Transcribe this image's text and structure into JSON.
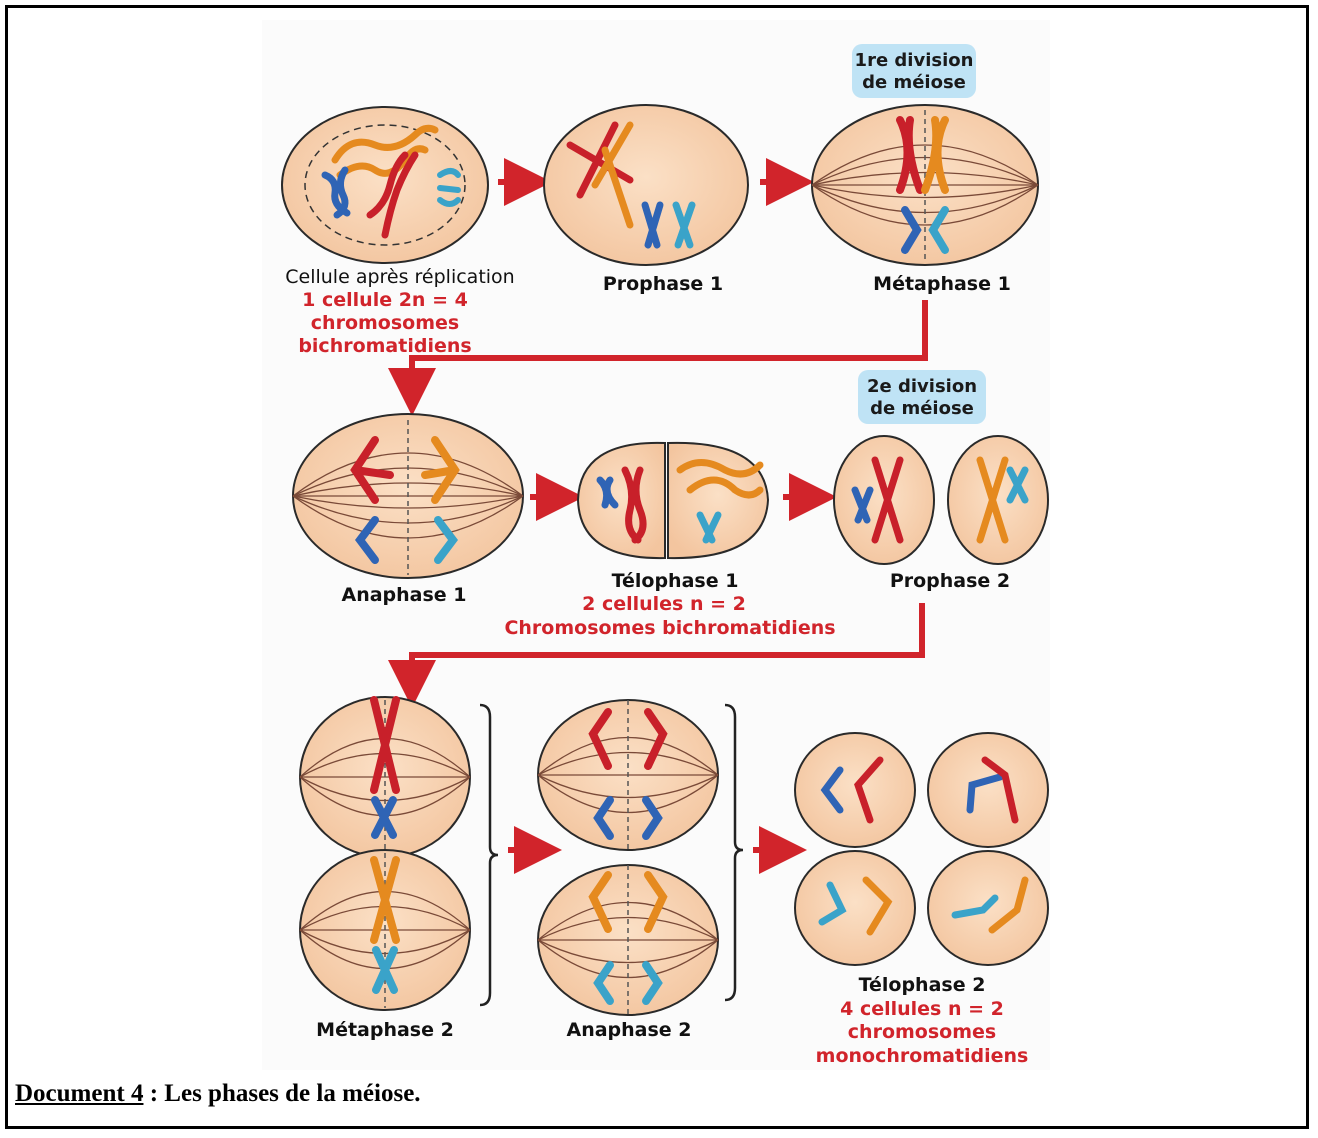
{
  "caption": {
    "doc": "Document 4",
    "text": " : Les phases de la méiose."
  },
  "badges": {
    "first_line1": "1re division",
    "first_line2": "de méiose",
    "second_line1": "2e division",
    "second_line2": "de méiose"
  },
  "labels": {
    "cell_after_replication": "Cellule après réplication",
    "cell_after_sub1": "1 cellule 2n = 4",
    "cell_after_sub2": "chromosomes",
    "cell_after_sub3": "bichromatidiens",
    "prophase1": "Prophase 1",
    "metaphase1": "Métaphase 1",
    "anaphase1": "Anaphase 1",
    "telophase1": "Télophase 1",
    "telophase1_sub1": "2 cellules n = 2",
    "telophase1_sub2": "Chromosomes bichromatidiens",
    "prophase2": "Prophase 2",
    "metaphase2": "Métaphase 2",
    "anaphase2": "Anaphase 2",
    "telophase2": "Télophase 2",
    "telophase2_sub1": "4 cellules n = 2",
    "telophase2_sub2": "chromosomes",
    "telophase2_sub3": "monochromatidiens"
  },
  "colors": {
    "cell_fill": "#f8d2b4",
    "cell_stroke": "#2a2a2a",
    "spindle": "#7a4a38",
    "arrow": "#d1242b",
    "badge": "#bfe3f5",
    "red": "#c8202a",
    "orange": "#e58a1f",
    "blue": "#2f64b5",
    "cyan": "#3aa3c9"
  }
}
